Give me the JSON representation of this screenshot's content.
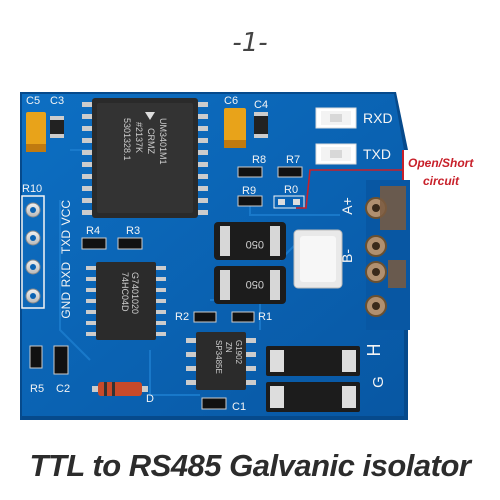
{
  "page_number": "-1-",
  "caption": "TTL to RS485   Galvanic isolator",
  "callout": {
    "line1": "Open/Short",
    "line2": "circuit"
  },
  "silkscreen": {
    "c5": "C5",
    "c3": "C3",
    "c6": "C6",
    "c4": "C4",
    "rxd_led": "RXD",
    "txd_led": "TXD",
    "r8": "R8",
    "r7": "R7",
    "r9": "R9",
    "r0": "R0",
    "r10": "R10",
    "r4": "R4",
    "r3": "R3",
    "r2": "R2",
    "r1": "R1",
    "r5": "R5",
    "c2": "C2",
    "c1": "C1",
    "d": "D",
    "header_pins": [
      "VCC",
      "TXD",
      "RXD",
      "GND"
    ],
    "terminal_pins": [
      "A+",
      "B-",
      "H",
      "G"
    ]
  },
  "chips": {
    "u1": [
      "UM3401M1",
      "CRMZ",
      "#2137K",
      "5301328.1"
    ],
    "u2": [
      "74HC04D",
      "G7401020"
    ],
    "u3": [
      "SP3485E",
      "ZN",
      "G1902"
    ],
    "inductor_1": "050",
    "inductor_2": "050"
  },
  "colors": {
    "pcb": "#0a63b4",
    "silk": "#f4f4f4",
    "callout": "#c8202a"
  }
}
